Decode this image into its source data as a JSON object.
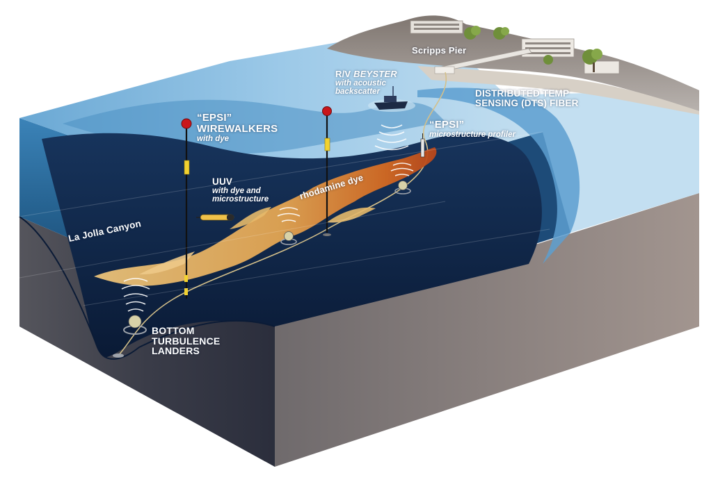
{
  "labels": {
    "scripps_pier": "Scripps Pier",
    "rv_name_prefix": "R/V ",
    "rv_name_italic": "BEYSTER",
    "rv_sub_1": "with acoustic",
    "rv_sub_2": "backscatter",
    "dts_line_1": "DISTRIBUTED TEMP",
    "dts_line_2": "SENSING (DTS) FIBER",
    "epsi_wirewalkers_1": "“EPSI”",
    "epsi_wirewalkers_2": "WIREWALKERS",
    "epsi_wirewalkers_sub": "with dye",
    "epsi_profiler_1": "“EPSI”",
    "epsi_profiler_sub": "microstructure profiler",
    "uuv_1": "UUV",
    "uuv_sub_1": "with dye and",
    "uuv_sub_2": "microstructure",
    "rhodamine": "rhodamine dye",
    "canyon": "La Jolla Canyon",
    "landers_1": "BOTTOM",
    "landers_2": "TURBULENCE",
    "landers_3": "LANDERS"
  },
  "colors": {
    "surface_water": "#8ec1e2",
    "mid_water": "#2d6e9e",
    "deep_water": "#0f2547",
    "seabed_front": "#3b3e4a",
    "seabed_side": "#8d8380",
    "dye": "#e8b65e",
    "dye_core": "#d2641c",
    "buoy": "#c9161b",
    "sensor": "#f2d230"
  },
  "icons": [
    "wirewalker-buoy-icon",
    "uuv-icon",
    "research-vessel-icon",
    "bottom-lander-icon",
    "profiler-icon",
    "acoustic-wave-icon",
    "tree-icon",
    "building-icon"
  ]
}
